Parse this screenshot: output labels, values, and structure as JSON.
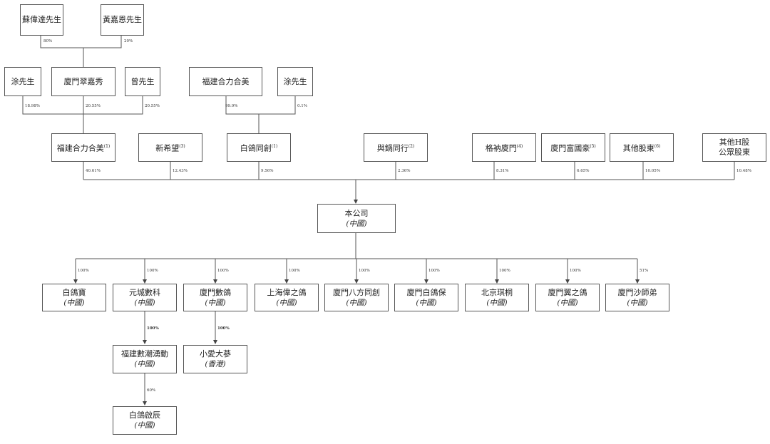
{
  "nodes": {
    "su": {
      "name": "蘇偉達先生"
    },
    "huang": {
      "name": "黃嘉恩先生"
    },
    "tu1": {
      "name": "涂先生"
    },
    "xiamen_cj": {
      "name": "廈門翠嘉秀"
    },
    "zeng": {
      "name": "曾先生"
    },
    "fj_hm_top": {
      "name": "福建合力合美"
    },
    "tu2": {
      "name": "涂先生"
    },
    "fj_hm": {
      "name": "福建合力合美",
      "note": "(1)"
    },
    "xinxiwang": {
      "name": "新希望",
      "note": "(3)"
    },
    "bgtc": {
      "name": "白鴿同創",
      "note": "(1)"
    },
    "yxtx": {
      "name": "與鍋同行",
      "note": "(2)"
    },
    "gnxm": {
      "name": "格衲廈門",
      "note": "(4)"
    },
    "xmfgh": {
      "name": "廈門富國豪",
      "note": "(5)"
    },
    "other": {
      "name": "其他股東",
      "note": "(6)"
    },
    "other_h": {
      "name": "其他H股",
      "name2": "公眾股東"
    },
    "company": {
      "name": "本公司",
      "sub": "(中國)"
    },
    "c1": {
      "name": "白鴿寶",
      "sub": "(中國)"
    },
    "c2": {
      "name": "元城數科",
      "sub": "(中國)"
    },
    "c3": {
      "name": "廈門數鴿",
      "sub": "(中國)"
    },
    "c4": {
      "name": "上海偉之鴿",
      "sub": "(中國)"
    },
    "c5": {
      "name": "廈門八方同創",
      "sub": "(中國)"
    },
    "c6": {
      "name": "廈門白鴿保",
      "sub": "(中國)"
    },
    "c7": {
      "name": "北京琪桐",
      "sub": "(中國)"
    },
    "c8": {
      "name": "廈門翼之鴿",
      "sub": "(中國)"
    },
    "c9": {
      "name": "廈門沙師弟",
      "sub": "(中國)"
    },
    "g1": {
      "name": "福建數潮湧動",
      "sub": "(中國)"
    },
    "g2": {
      "name": "小愛大蔘",
      "sub": "(香港)"
    },
    "gg": {
      "name": "白鴿啟辰",
      "sub": "(中國)"
    }
  },
  "percentages": {
    "su": "80%",
    "huang": "20%",
    "tu1": "18.98%",
    "xiamen_cj": "20.55%",
    "zeng": "20.55%",
    "fj_hm_top": "99.9%",
    "tu2": "0.1%",
    "fj_hm": "40.61%",
    "xinxiwang": "12.43%",
    "bgtc": "9.56%",
    "yxtx": "2.36%",
    "gnxm": "8.31%",
    "xmfgh": "6.65%",
    "other": "10.05%",
    "other_h": "10.48%",
    "c1": "100%",
    "c2": "100%",
    "c3": "100%",
    "c4": "100%",
    "c5": "100%",
    "c6": "100%",
    "c7": "100%",
    "c8": "100%",
    "c9": "51%",
    "g1": "100%",
    "g2": "100%",
    "gg": "60%"
  }
}
